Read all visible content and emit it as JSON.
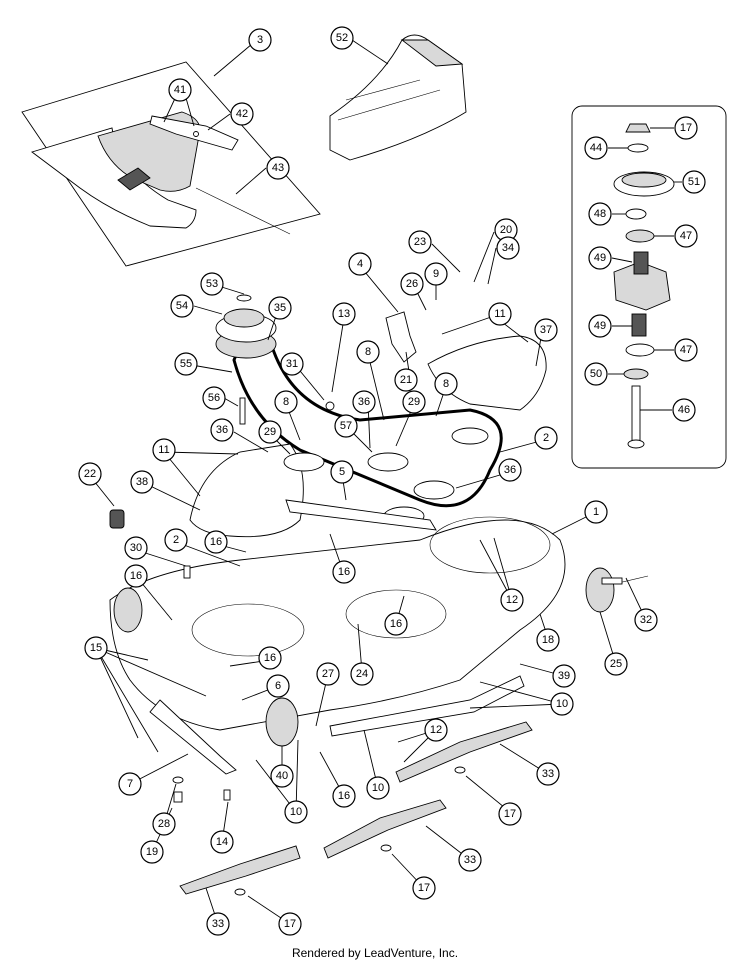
{
  "footer": "Rendered by LeadVenture, Inc.",
  "callouts": [
    {
      "n": "3"
    },
    {
      "n": "41"
    },
    {
      "n": "42"
    },
    {
      "n": "43"
    },
    {
      "n": "52"
    },
    {
      "n": "17"
    },
    {
      "n": "44"
    },
    {
      "n": "51"
    },
    {
      "n": "48"
    },
    {
      "n": "47"
    },
    {
      "n": "49"
    },
    {
      "n": "49"
    },
    {
      "n": "47"
    },
    {
      "n": "50"
    },
    {
      "n": "46"
    },
    {
      "n": "23"
    },
    {
      "n": "20"
    },
    {
      "n": "34"
    },
    {
      "n": "4"
    },
    {
      "n": "9"
    },
    {
      "n": "26"
    },
    {
      "n": "11"
    },
    {
      "n": "37"
    },
    {
      "n": "21"
    },
    {
      "n": "53"
    },
    {
      "n": "54"
    },
    {
      "n": "35"
    },
    {
      "n": "13"
    },
    {
      "n": "31"
    },
    {
      "n": "55"
    },
    {
      "n": "56"
    },
    {
      "n": "8"
    },
    {
      "n": "8"
    },
    {
      "n": "8"
    },
    {
      "n": "36"
    },
    {
      "n": "29"
    },
    {
      "n": "57"
    },
    {
      "n": "36"
    },
    {
      "n": "29"
    },
    {
      "n": "2"
    },
    {
      "n": "36"
    },
    {
      "n": "11"
    },
    {
      "n": "22"
    },
    {
      "n": "38"
    },
    {
      "n": "5"
    },
    {
      "n": "1"
    },
    {
      "n": "30"
    },
    {
      "n": "2"
    },
    {
      "n": "16"
    },
    {
      "n": "16"
    },
    {
      "n": "16"
    },
    {
      "n": "12"
    },
    {
      "n": "16"
    },
    {
      "n": "32"
    },
    {
      "n": "15"
    },
    {
      "n": "16"
    },
    {
      "n": "18"
    },
    {
      "n": "25"
    },
    {
      "n": "39"
    },
    {
      "n": "24"
    },
    {
      "n": "6"
    },
    {
      "n": "27"
    },
    {
      "n": "10"
    },
    {
      "n": "12"
    },
    {
      "n": "7"
    },
    {
      "n": "40"
    },
    {
      "n": "10"
    },
    {
      "n": "16"
    },
    {
      "n": "10"
    },
    {
      "n": "33"
    },
    {
      "n": "17"
    },
    {
      "n": "28"
    },
    {
      "n": "19"
    },
    {
      "n": "14"
    },
    {
      "n": "33"
    },
    {
      "n": "17"
    },
    {
      "n": "33"
    },
    {
      "n": "17"
    }
  ]
}
